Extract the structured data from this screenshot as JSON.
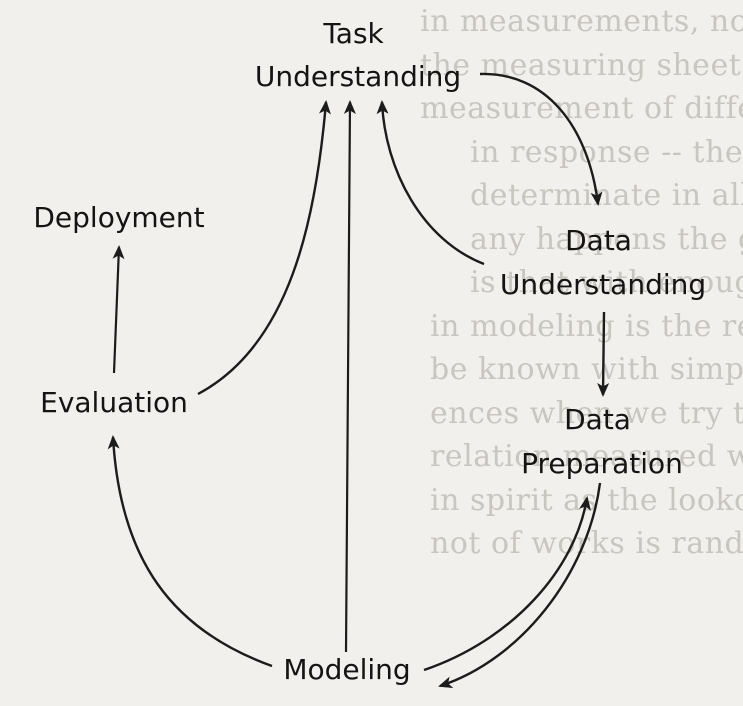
{
  "diagram": {
    "nodes": {
      "task_understanding": [
        "Task",
        "Understanding"
      ],
      "data_understanding": [
        "Data",
        "Understanding"
      ],
      "data_preparation": [
        "Data",
        "Preparation"
      ],
      "modeling": [
        "Modeling"
      ],
      "evaluation": [
        "Evaluation"
      ],
      "deployment": [
        "Deployment"
      ]
    },
    "edges": [
      {
        "from": "task_understanding",
        "to": "data_understanding"
      },
      {
        "from": "data_understanding",
        "to": "task_understanding"
      },
      {
        "from": "data_understanding",
        "to": "data_preparation"
      },
      {
        "from": "data_preparation",
        "to": "modeling"
      },
      {
        "from": "modeling",
        "to": "data_preparation"
      },
      {
        "from": "modeling",
        "to": "task_understanding"
      },
      {
        "from": "modeling",
        "to": "evaluation"
      },
      {
        "from": "evaluation",
        "to": "task_understanding"
      },
      {
        "from": "evaluation",
        "to": "deployment"
      }
    ]
  },
  "background_text": {
    "lines": [
      "in measurements, not every value we have is a",
      "the measuring sheet may be off by a bit, or the",
      "measurement of different sorts. When set, we are",
      "in response -- the normal stuff is rarely the",
      "determinate in all the ways which we have",
      "any happens the good news is that the",
      "is that with enough sense it can be impossible",
      "",
      "in modeling is the record of the",
      "be known with simple accuracy. Each time",
      "ences when we try to relate input of",
      "relation measured with proof accuracy, some of",
      "in spirit as the lookout around the ranges of",
      "not of works is random in a very deep sense"
    ]
  }
}
